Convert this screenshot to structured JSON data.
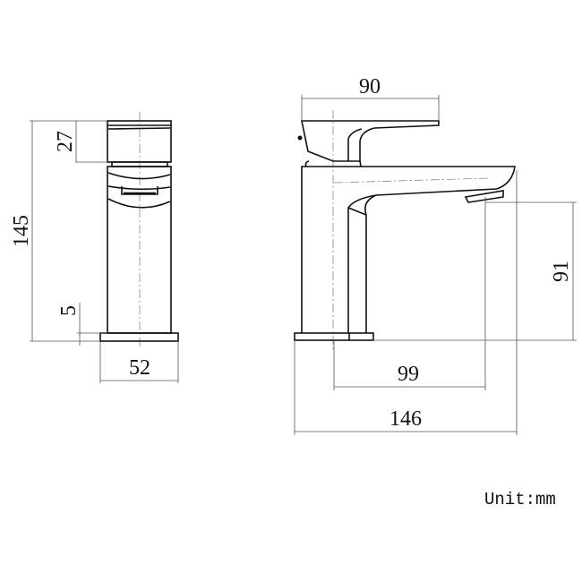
{
  "drawing": {
    "front_view": {
      "dim_total_height": "145",
      "dim_handle_height": "27",
      "dim_base_thickness": "5",
      "dim_base_width": "52"
    },
    "side_view": {
      "dim_handle_length": "90",
      "dim_spout_height": "91",
      "dim_spout_reach": "99",
      "dim_total_length": "146"
    },
    "unit_note": "Unit:mm"
  }
}
